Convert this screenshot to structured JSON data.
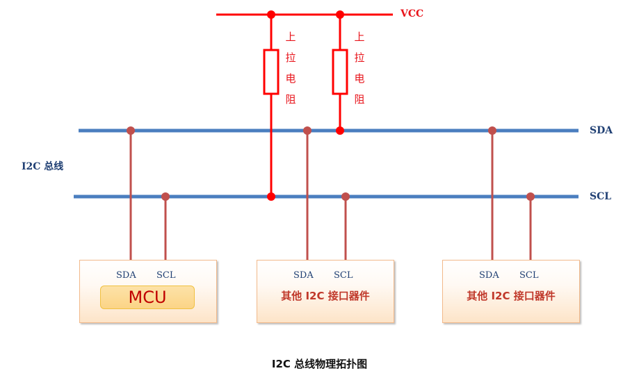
{
  "title": "I2C 总线物理拓扑图",
  "bus_group_label": "I2C 总线",
  "buses": {
    "sda": "SDA",
    "scl": "SCL",
    "vcc": "VCC"
  },
  "pullup_resistors": [
    {
      "label": [
        "上",
        "拉",
        "电",
        "阻"
      ],
      "connects_to": "SCL"
    },
    {
      "label": [
        "上",
        "拉",
        "电",
        "阻"
      ],
      "connects_to": "SDA"
    }
  ],
  "devices": [
    {
      "name": "MCU",
      "pins": [
        "SDA",
        "SCL"
      ]
    },
    {
      "name": "其他 I2C 接口器件",
      "pins": [
        "SDA",
        "SCL"
      ]
    },
    {
      "name": "其他 I2C 接口器件",
      "pins": [
        "SDA",
        "SCL"
      ]
    }
  ],
  "colors": {
    "bus_line": "#4a7ebf",
    "tap_line": "#c0504d",
    "power_line": "#ff0000",
    "bus_label": "#1f3f73"
  }
}
